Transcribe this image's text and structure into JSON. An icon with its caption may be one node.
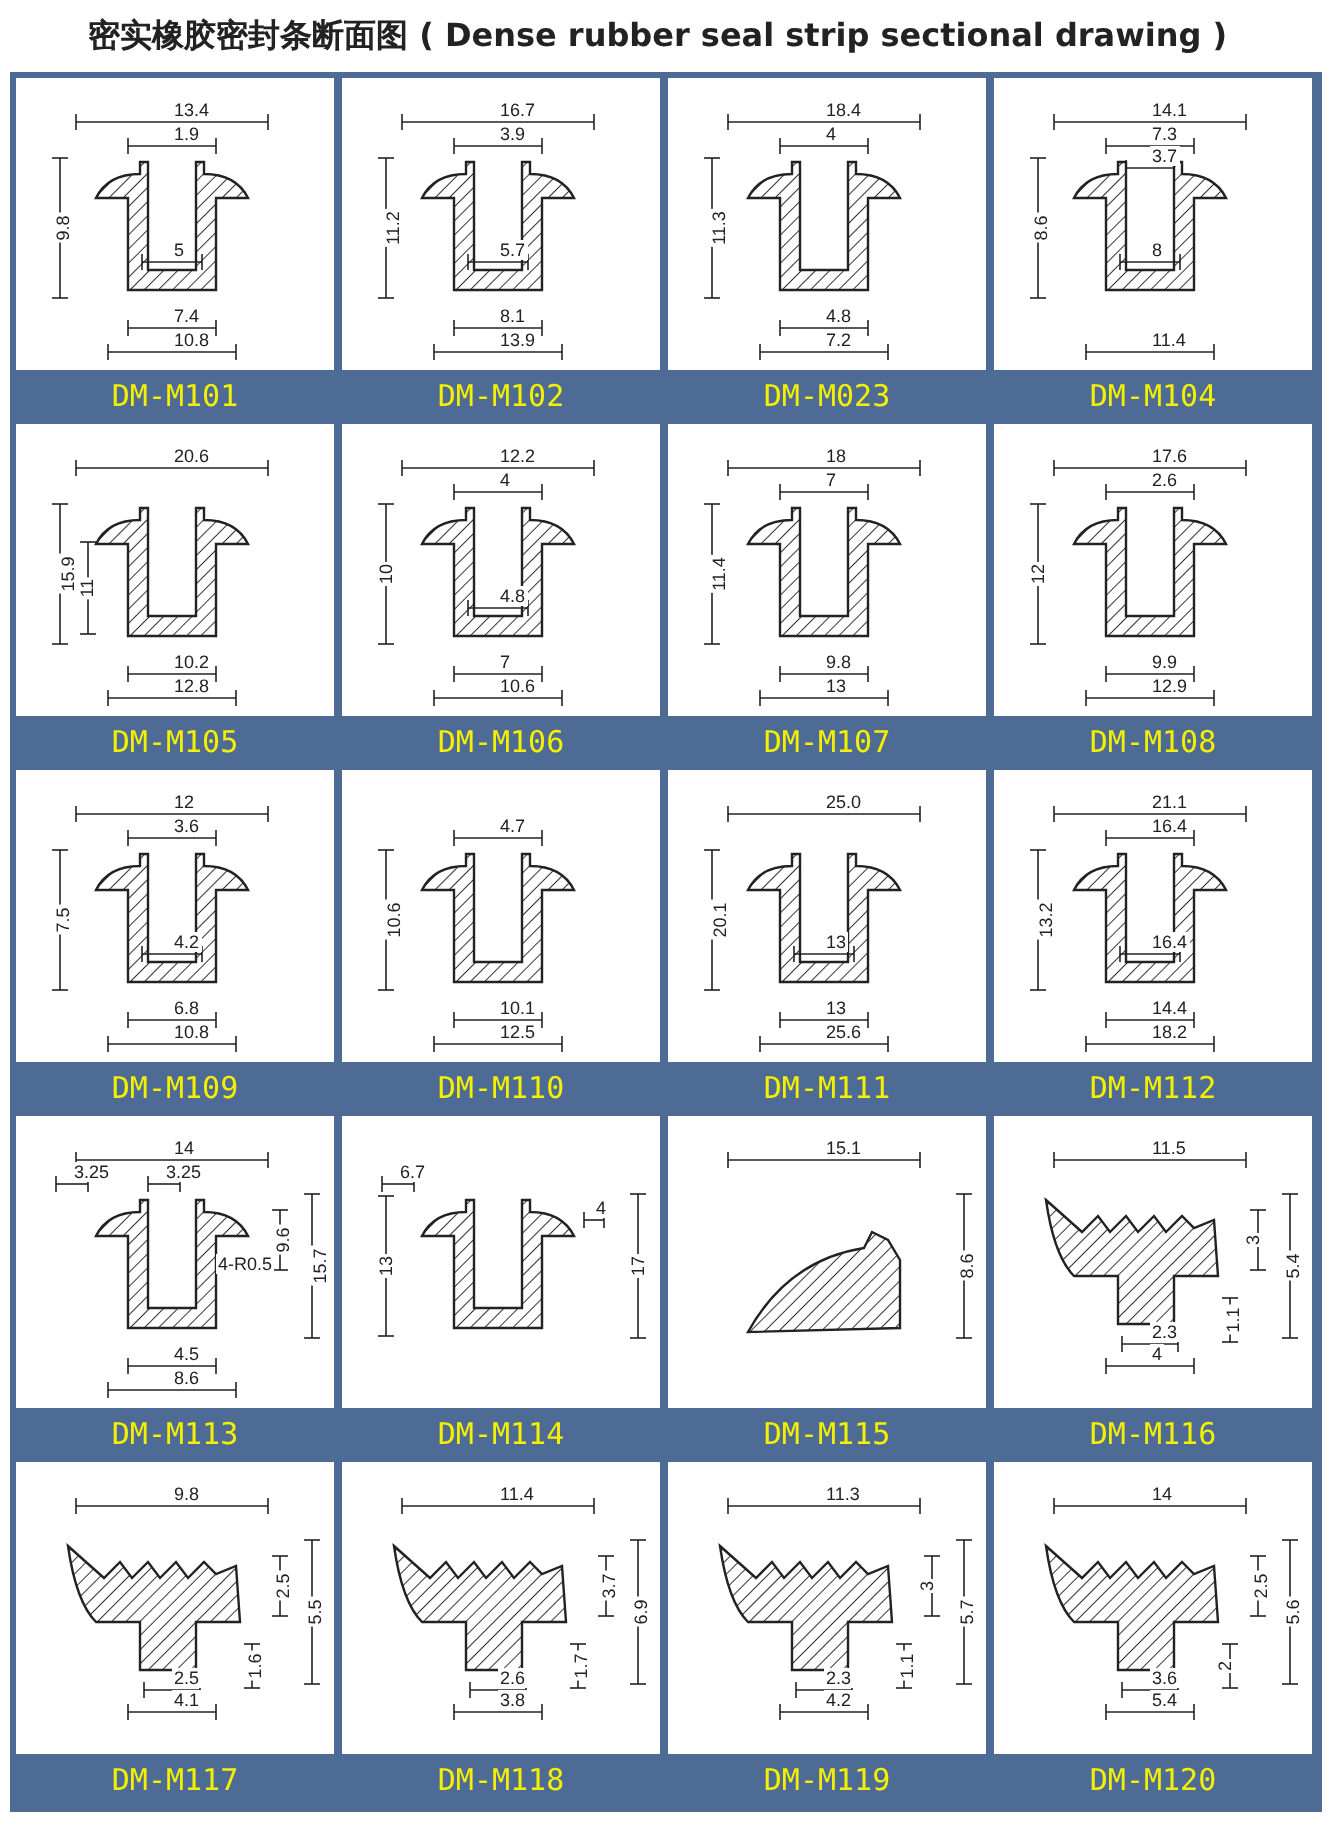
{
  "diagram": {
    "title": "密实橡胶密封条断面图 ( Dense rubber seal strip sectional drawing )",
    "nodes": [
      {
        "text": [
          "13.4",
          "1.9",
          "9.8",
          "5",
          "7.4",
          "10.8",
          "DM-M101"
        ]
      },
      {
        "text": [
          "16.7",
          "3.9",
          "11.2",
          "5.7",
          "8.1",
          "13.9",
          "DM-M102"
        ]
      },
      {
        "text": [
          "18.4",
          "4",
          "11.3",
          "4.8",
          "7.2",
          "DM-M023"
        ]
      },
      {
        "text": [
          "14.1",
          "7.3",
          "3.7",
          "8.6",
          "8",
          "11.4",
          "DM-M104"
        ]
      },
      {
        "text": [
          "20.6",
          "15.9",
          "11",
          "10.2",
          "12.8",
          "DM-M105"
        ]
      },
      {
        "text": [
          "12.2",
          "4",
          "10",
          "4.8",
          "7",
          "10.6",
          "DM-M106"
        ]
      },
      {
        "text": [
          "18",
          "7",
          "11.4",
          "9.8",
          "13",
          "DM-M107"
        ]
      },
      {
        "text": [
          "17.6",
          "2.6",
          "12",
          "9.9",
          "12.9",
          "DM-M108"
        ]
      },
      {
        "text": [
          "12",
          "3.6",
          "7.5",
          "4.2",
          "6.8",
          "10.8",
          "DM-M109"
        ]
      },
      {
        "text": [
          "4.7",
          "10.6",
          "10.1",
          "12.5",
          "DM-M110"
        ]
      },
      {
        "text": [
          "25.0",
          "20.1",
          "13",
          "13",
          "25.6",
          "DM-M111"
        ]
      },
      {
        "text": [
          "21.1",
          "16.4",
          "13.2",
          "16.4",
          "14.4",
          "18.2",
          "DM-M112"
        ]
      },
      {
        "text": [
          "14",
          "3.25",
          "3.25",
          "4-R0.5",
          "9.6",
          "15.7",
          "4.5",
          "8.6",
          "DM-M113"
        ]
      },
      {
        "text": [
          "6.7",
          "4",
          "13",
          "17",
          "DM-M114"
        ]
      },
      {
        "text": [
          "15.1",
          "8.6",
          "DM-M115"
        ]
      },
      {
        "text": [
          "11.5",
          "3",
          "5.4",
          "1.1",
          "2.3",
          "4",
          "DM-M116"
        ]
      },
      {
        "text": [
          "9.8",
          "2.5",
          "5.5",
          "1.6",
          "2.5",
          "4.1",
          "DM-M117"
        ]
      },
      {
        "text": [
          "11.4",
          "3.7",
          "6.9",
          "1.7",
          "2.6",
          "3.8",
          "DM-M118"
        ]
      },
      {
        "text": [
          "11.3",
          "3",
          "5.7",
          "1.1",
          "2.3",
          "4.2",
          "DM-M119"
        ]
      },
      {
        "text": [
          "14",
          "2.5",
          "5.6",
          "2",
          "3.6",
          "5.4",
          "DM-M120"
        ]
      }
    ]
  }
}
